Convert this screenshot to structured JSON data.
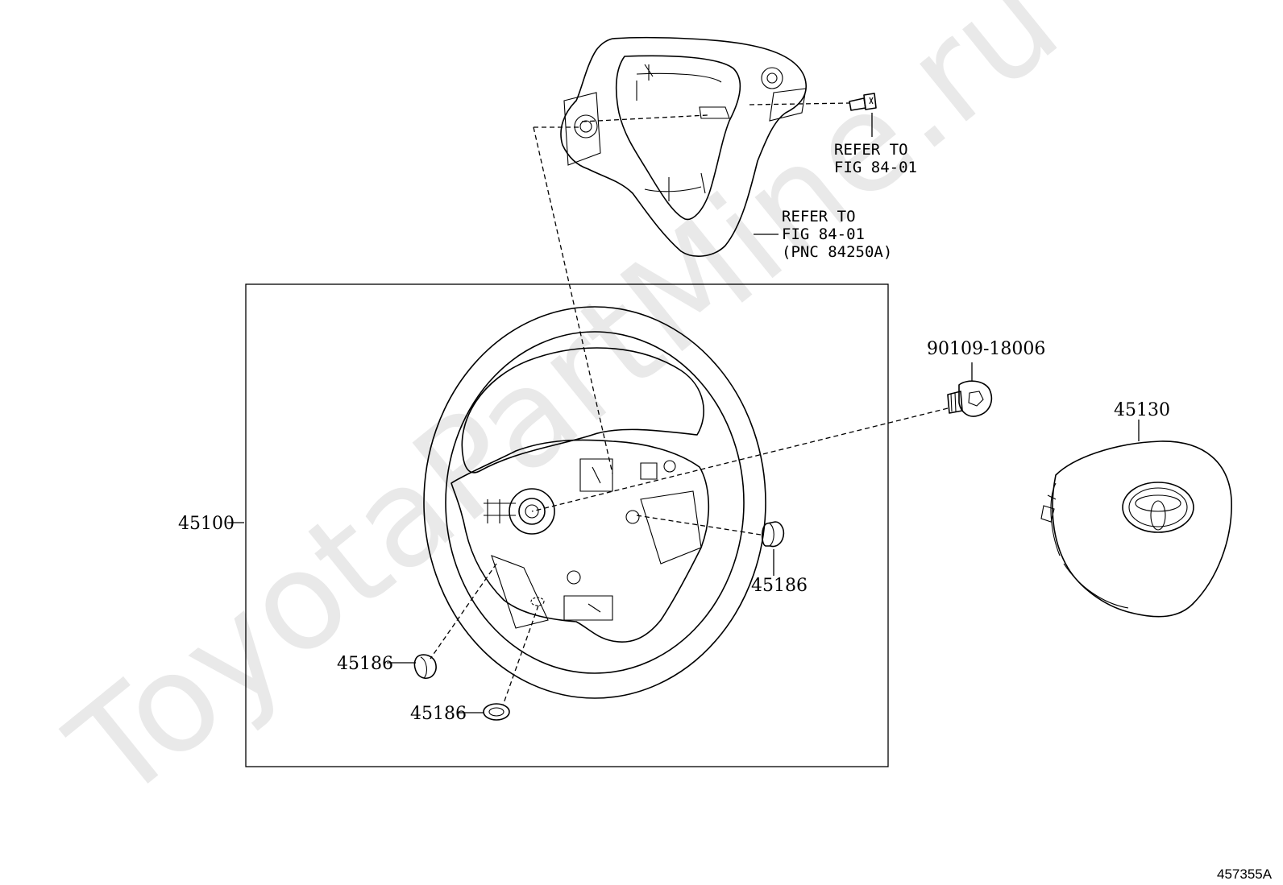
{
  "watermark": "ToyotaPartMine.ru",
  "figure_code": "457355A",
  "callouts": {
    "refer_bolt_line1": "REFER TO",
    "refer_bolt_line2": "FIG 84-01",
    "refer_cover_line1": "REFER TO",
    "refer_cover_line2": "FIG 84-01",
    "refer_cover_line3": "(PNC 84250A)"
  },
  "parts": {
    "wheel_assembly": "45100",
    "bolt": "90109-18006",
    "airbag_pad": "45130",
    "plug_right": "45186",
    "plug_left": "45186",
    "plug_bottom": "45186"
  }
}
